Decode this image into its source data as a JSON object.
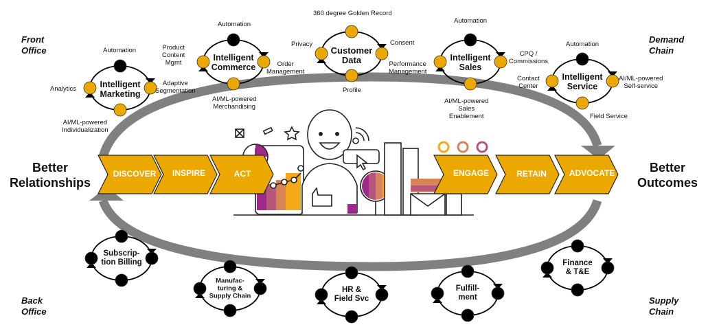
{
  "title_left": "Better Relationships",
  "title_left_lines": [
    "Better",
    "Relationships"
  ],
  "title_right_lines": [
    "Better",
    "Outcomes"
  ],
  "corners": {
    "top_left": [
      "Front",
      "Office"
    ],
    "top_right": [
      "Demand",
      "Chain"
    ],
    "bottom_left": [
      "Back",
      "Office"
    ],
    "bottom_right": [
      "Supply",
      "Chain"
    ]
  },
  "colors": {
    "accent": "#EBA900",
    "node_dark": "#000000",
    "loop_arrow": "#808080",
    "purple": "#9B2A8A",
    "mauve": "#B7567A",
    "salmon": "#D98458"
  },
  "journey": {
    "left": [
      "DISCOVER",
      "INSPIRE",
      "ACT"
    ],
    "right": [
      "ENGAGE",
      "RETAIN",
      "ADVOCATE"
    ]
  },
  "front_office_cycles": [
    {
      "name": "Intelligent Marketing",
      "lines": [
        "Intelligent",
        "Marketing"
      ],
      "nodes": [
        "Automation",
        "Adaptive Segmentation",
        "AI/ML-powered Individualization",
        "Analytics"
      ],
      "node_colors": [
        "dark",
        "accent",
        "accent",
        "accent"
      ],
      "labels": {
        "top": [
          "Automation"
        ],
        "right": [
          "Adaptive",
          "Segmentation"
        ],
        "bottom": [
          "AI/ML-powered",
          "Individualization"
        ],
        "left": [
          "Analytics"
        ]
      }
    },
    {
      "name": "Intelligent Commerce",
      "lines": [
        "Intelligent",
        "Commerce"
      ],
      "nodes": [
        "Automation",
        "Order Management",
        "AI/ML-powered Merchandising",
        "Product Content Mgmt"
      ],
      "node_colors": [
        "dark",
        "accent",
        "accent",
        "accent"
      ],
      "labels": {
        "top": [
          "Automation"
        ],
        "right": [
          "Order",
          "Management"
        ],
        "bottom": [
          "AI/ML-powered",
          "Merchandising"
        ],
        "left": [
          "Product",
          "Content",
          "Mgmt"
        ]
      }
    },
    {
      "name": "Customer Data",
      "lines": [
        "Customer",
        "Data"
      ],
      "nodes": [
        "360 degree Golden Record",
        "Consent",
        "Profile",
        "Privacy"
      ],
      "node_colors": [
        "accent",
        "accent",
        "accent",
        "accent"
      ],
      "labels": {
        "top": [
          "360 degree Golden Record"
        ],
        "right": [
          "Consent"
        ],
        "right2": [
          "Performance",
          "Management"
        ],
        "bottom": [
          "Profile"
        ],
        "left": [
          "Privacy"
        ]
      }
    },
    {
      "name": "Intelligent Sales",
      "lines": [
        "Intelligent",
        "Sales"
      ],
      "nodes": [
        "Automation",
        "CPQ / Commissions",
        "AI/ML-powered Sales Enablement",
        "Performance Management"
      ],
      "node_colors": [
        "dark",
        "accent",
        "accent",
        "accent"
      ],
      "labels": {
        "top": [
          "Automation"
        ],
        "right": [
          "CPQ /",
          "Commissions"
        ],
        "bottom": [
          "AI/ML-powered",
          "Sales",
          "Enablement"
        ]
      }
    },
    {
      "name": "Intelligent Service",
      "lines": [
        "Intelligent",
        "Service"
      ],
      "nodes": [
        "Automation",
        "AI/ML-powered Self-service",
        "Field Service",
        "Contact Center"
      ],
      "node_colors": [
        "dark",
        "accent",
        "accent",
        "accent"
      ],
      "labels": {
        "top": [
          "Automation"
        ],
        "right": [
          "AI/ML-powered",
          "Self-service"
        ],
        "bottom": [
          "Field Service"
        ],
        "left": [
          "Contact",
          "Center"
        ]
      }
    }
  ],
  "back_office_cycles": [
    {
      "name": "Subscription Billing",
      "lines": [
        "Subscrip-",
        "tion Billing"
      ]
    },
    {
      "name": "Manufacturing & Supply Chain",
      "lines": [
        "Manufac-",
        "turing &",
        "Supply Chain"
      ]
    },
    {
      "name": "HR & Field Svc",
      "lines": [
        "HR &",
        "Field Svc"
      ]
    },
    {
      "name": "Fulfillment",
      "lines": [
        "Fulfill-",
        "ment"
      ]
    },
    {
      "name": "Finance & T&E",
      "lines": [
        "Finance",
        "& T&E"
      ]
    }
  ]
}
